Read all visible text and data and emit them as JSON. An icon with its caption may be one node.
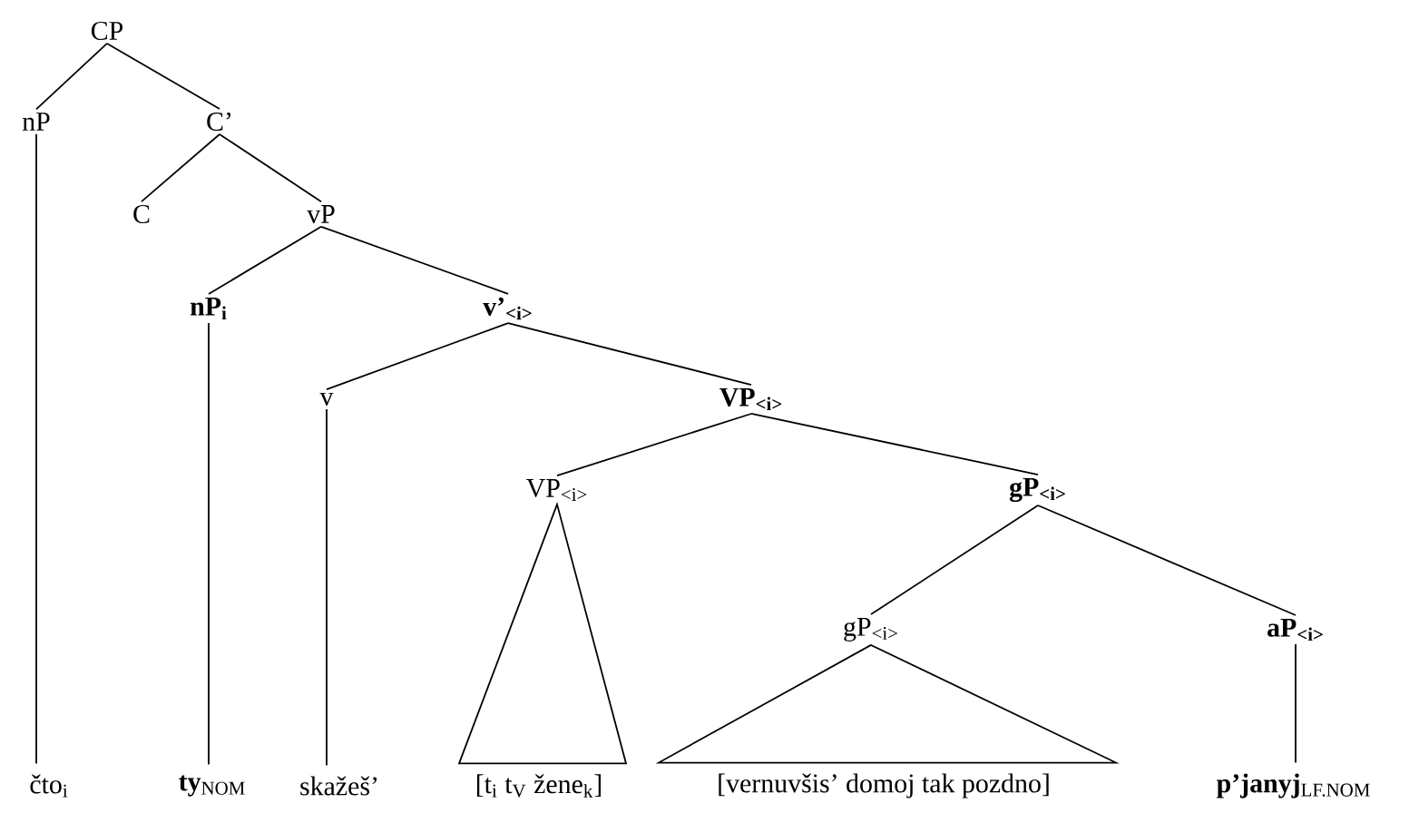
{
  "diagram": {
    "nodes": [
      {
        "text": [
          "CP"
        ]
      },
      {
        "text": [
          "nP"
        ]
      },
      {
        "text": [
          "C’"
        ]
      },
      {
        "text": [
          "C"
        ]
      },
      {
        "text": [
          "vP"
        ]
      },
      {
        "text": [
          "nP$_{i}$"
        ]
      },
      {
        "text": [
          "v’$_{<i>}$"
        ]
      },
      {
        "text": [
          "v"
        ]
      },
      {
        "text": [
          "VP$_{<i>}$"
        ]
      },
      {
        "text": [
          "VP$_{<i>}$"
        ]
      },
      {
        "text": [
          "gP$_{<i>}$"
        ]
      },
      {
        "text": [
          "gP$_{<i>}$"
        ]
      },
      {
        "text": [
          "aP$_{<i>}$"
        ]
      },
      {
        "text": [
          "čto$_{i}$"
        ]
      },
      {
        "text": [
          "**ty**$_{NOM}$"
        ]
      },
      {
        "text": [
          "skažeš’"
        ]
      },
      {
        "text": [
          "[t$_{i}$ t$_{V}$ žene$_{k}$]"
        ]
      },
      {
        "text": [
          "[vernuvšis’ domoj tak pozdno]"
        ]
      },
      {
        "text": [
          "**p’janyj**$_{LF.NOM}$"
        ]
      }
    ],
    "edges": [
      {
        "from": 0,
        "to": 1,
        "arrow": "none"
      },
      {
        "from": 0,
        "to": 2,
        "arrow": "none"
      },
      {
        "from": 2,
        "to": 3,
        "arrow": "none"
      },
      {
        "from": 2,
        "to": 4,
        "arrow": "none"
      },
      {
        "from": 4,
        "to": 5,
        "arrow": "none"
      },
      {
        "from": 4,
        "to": 6,
        "arrow": "none"
      },
      {
        "from": 6,
        "to": 7,
        "arrow": "none"
      },
      {
        "from": 6,
        "to": 8,
        "arrow": "none"
      },
      {
        "from": 8,
        "to": 9,
        "arrow": "none"
      },
      {
        "from": 8,
        "to": 10,
        "arrow": "none"
      },
      {
        "from": 10,
        "to": 11,
        "arrow": "none"
      },
      {
        "from": 10,
        "to": 12,
        "arrow": "none"
      },
      {
        "from": 1,
        "to": 13,
        "arrow": "none"
      },
      {
        "from": 5,
        "to": 14,
        "arrow": "none"
      },
      {
        "from": 7,
        "to": 15,
        "arrow": "none"
      },
      {
        "from": 9,
        "to": 16,
        "arrow": "none"
      },
      {
        "from": 11,
        "to": 17,
        "arrow": "none"
      },
      {
        "from": 12,
        "to": 18,
        "arrow": "none"
      }
    ]
  }
}
